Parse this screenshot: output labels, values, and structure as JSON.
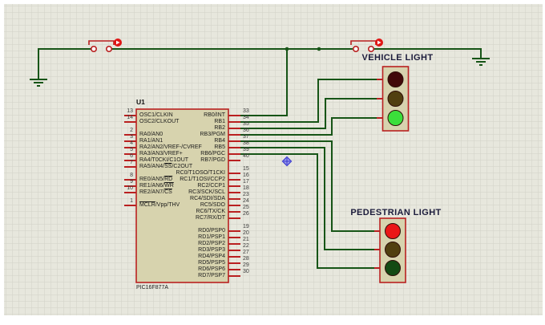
{
  "app": {
    "kind": "schematic-canvas"
  },
  "colors": {
    "canvas_bg": "#e7e7dd",
    "grid_line": "#d2d2c7",
    "wire": "#175517",
    "component": "#b92020",
    "chip_fill": "#d7d3ae",
    "label_text": "#1c1c3c",
    "button_badge": "#e01515",
    "cursor": "#3b3bd1"
  },
  "chip": {
    "ref": "U1",
    "part": "PIC16F877A",
    "left_pins": [
      {
        "num": "13",
        "row": 0,
        "label": "OSC1/CLKIN"
      },
      {
        "num": "14",
        "row": 1,
        "label": "OSC2/CLKOUT"
      },
      {
        "num": "2",
        "row": 3,
        "label": "RA0/AN0"
      },
      {
        "num": "3",
        "row": 4,
        "label": "RA1/AN1"
      },
      {
        "num": "4",
        "row": 5,
        "label": "RA2/AN2/VREF-/CVREF"
      },
      {
        "num": "5",
        "row": 6,
        "label": "RA3/AN3/VREF+"
      },
      {
        "num": "6",
        "row": 7,
        "label": "RA4/T0CKI/C1OUT"
      },
      {
        "num": "7",
        "row": 8,
        "label": "RA5/AN4/^SS^/C2OUT"
      },
      {
        "num": "8",
        "row": 10,
        "label": "RE0/AN5/^RD^"
      },
      {
        "num": "9",
        "row": 11,
        "label": "RE1/AN6/^WR^"
      },
      {
        "num": "10",
        "row": 12,
        "label": "RE2/AN7/^CS^"
      },
      {
        "num": "1",
        "row": 14,
        "label": "^MCLR^/Vpp/THV"
      }
    ],
    "right_pins": [
      {
        "num": "33",
        "row": 0,
        "label": "RB0/INT"
      },
      {
        "num": "34",
        "row": 1,
        "label": "RB1"
      },
      {
        "num": "35",
        "row": 2,
        "label": "RB2"
      },
      {
        "num": "36",
        "row": 3,
        "label": "RB3/PGM"
      },
      {
        "num": "37",
        "row": 4,
        "label": "RB4"
      },
      {
        "num": "38",
        "row": 5,
        "label": "RB5"
      },
      {
        "num": "39",
        "row": 6,
        "label": "RB6/PGC"
      },
      {
        "num": "40",
        "row": 7,
        "label": "RB7/PGD"
      },
      {
        "num": "15",
        "row": 9,
        "label": "RC0/T1OSO/T1CKI"
      },
      {
        "num": "16",
        "row": 10,
        "label": "RC1/T1OSI/CCP2"
      },
      {
        "num": "17",
        "row": 11,
        "label": "RC2/CCP1"
      },
      {
        "num": "18",
        "row": 12,
        "label": "RC3/SCK/SCL"
      },
      {
        "num": "23",
        "row": 13,
        "label": "RC4/SDI/SDA"
      },
      {
        "num": "24",
        "row": 14,
        "label": "RC5/SDO"
      },
      {
        "num": "25",
        "row": 15,
        "label": "RC6/TX/CK"
      },
      {
        "num": "26",
        "row": 16,
        "label": "RC7/RX/DT"
      },
      {
        "num": "19",
        "row": 18,
        "label": "RD0/PSP0"
      },
      {
        "num": "20",
        "row": 19,
        "label": "RD1/PSP1"
      },
      {
        "num": "21",
        "row": 20,
        "label": "RD2/PSP2"
      },
      {
        "num": "22",
        "row": 21,
        "label": "RD3/PSP3"
      },
      {
        "num": "27",
        "row": 22,
        "label": "RD4/PSP4"
      },
      {
        "num": "28",
        "row": 23,
        "label": "RD5/PSP5"
      },
      {
        "num": "29",
        "row": 24,
        "label": "RD6/PSP6"
      },
      {
        "num": "30",
        "row": 25,
        "label": "RD7/PSP7"
      }
    ]
  },
  "vehicle_light": {
    "label": "VEHICLE LIGHT",
    "lamps": [
      {
        "name": "red",
        "state": "off",
        "color": "#420909"
      },
      {
        "name": "amber",
        "state": "off",
        "color": "#514010"
      },
      {
        "name": "green",
        "state": "on",
        "color": "#3bdf3b"
      }
    ]
  },
  "pedestrian_light": {
    "label": "PEDESTRIAN LIGHT",
    "lamps": [
      {
        "name": "red",
        "state": "on",
        "color": "#ea1717"
      },
      {
        "name": "amber",
        "state": "off",
        "color": "#514010"
      },
      {
        "name": "green",
        "state": "off",
        "color": "#134a13"
      }
    ]
  },
  "push_buttons": {
    "count": 2,
    "badge_color": "#e01515"
  }
}
